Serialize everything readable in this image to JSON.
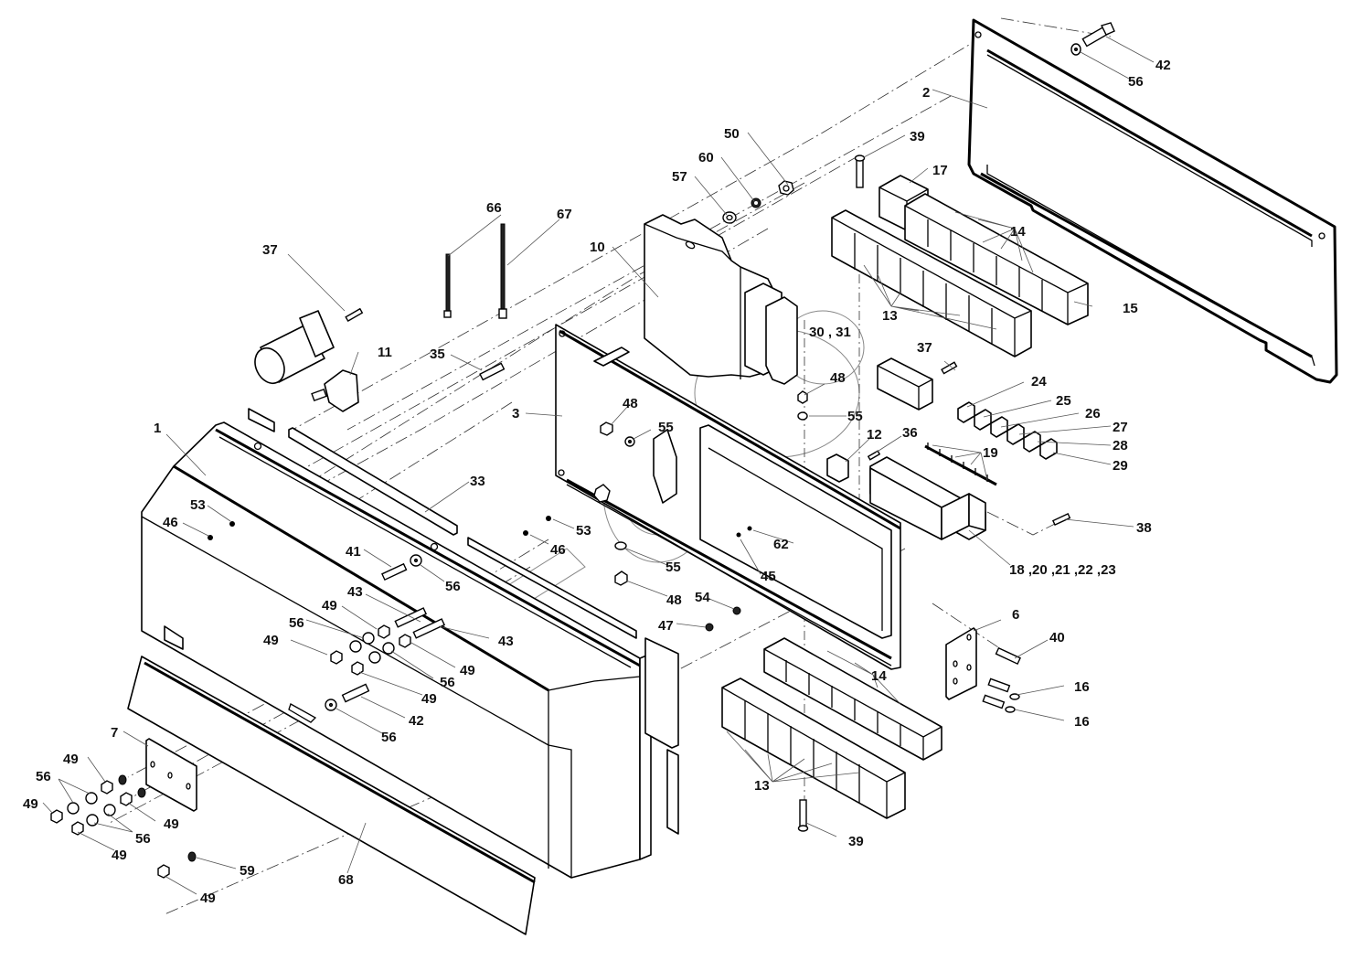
{
  "diagram": {
    "title": "",
    "type": "exploded-parts-view",
    "callouts": [
      {
        "id": "c42a",
        "label": "42"
      },
      {
        "id": "c56a",
        "label": "56"
      },
      {
        "id": "c2",
        "label": "2"
      },
      {
        "id": "c50",
        "label": "50"
      },
      {
        "id": "c39a",
        "label": "39"
      },
      {
        "id": "c60",
        "label": "60"
      },
      {
        "id": "c57",
        "label": "57"
      },
      {
        "id": "c17",
        "label": "17"
      },
      {
        "id": "c66",
        "label": "66"
      },
      {
        "id": "c67",
        "label": "67"
      },
      {
        "id": "c14a",
        "label": "14"
      },
      {
        "id": "c10",
        "label": "10"
      },
      {
        "id": "c37a",
        "label": "37"
      },
      {
        "id": "c15",
        "label": "15"
      },
      {
        "id": "c13a",
        "label": "13"
      },
      {
        "id": "c3031",
        "label": "30 , 31"
      },
      {
        "id": "c37b",
        "label": "37"
      },
      {
        "id": "c11",
        "label": "11"
      },
      {
        "id": "c35",
        "label": "35"
      },
      {
        "id": "c48a",
        "label": "48"
      },
      {
        "id": "c24",
        "label": "24"
      },
      {
        "id": "c48b",
        "label": "48"
      },
      {
        "id": "c25",
        "label": "25"
      },
      {
        "id": "c3",
        "label": "3"
      },
      {
        "id": "c55a",
        "label": "55"
      },
      {
        "id": "c26",
        "label": "26"
      },
      {
        "id": "c55b",
        "label": "55"
      },
      {
        "id": "c27",
        "label": "27"
      },
      {
        "id": "c12",
        "label": "12"
      },
      {
        "id": "c36",
        "label": "36"
      },
      {
        "id": "c28",
        "label": "28"
      },
      {
        "id": "c1",
        "label": "1"
      },
      {
        "id": "c19",
        "label": "19"
      },
      {
        "id": "c29",
        "label": "29"
      },
      {
        "id": "c33",
        "label": "33"
      },
      {
        "id": "c53a",
        "label": "53"
      },
      {
        "id": "c46a",
        "label": "46"
      },
      {
        "id": "c53b",
        "label": "53"
      },
      {
        "id": "c38",
        "label": "38"
      },
      {
        "id": "c46b",
        "label": "46"
      },
      {
        "id": "c62",
        "label": "62"
      },
      {
        "id": "c41",
        "label": "41"
      },
      {
        "id": "c56b",
        "label": "56"
      },
      {
        "id": "c55c",
        "label": "55"
      },
      {
        "id": "c182023",
        "label": "18 ,20 ,21 ,22 ,23"
      },
      {
        "id": "c45",
        "label": "45"
      },
      {
        "id": "c43a",
        "label": "43"
      },
      {
        "id": "c48c",
        "label": "48"
      },
      {
        "id": "c49a",
        "label": "49"
      },
      {
        "id": "c54",
        "label": "54"
      },
      {
        "id": "c56c",
        "label": "56"
      },
      {
        "id": "c6",
        "label": "6"
      },
      {
        "id": "c43b",
        "label": "43"
      },
      {
        "id": "c47",
        "label": "47"
      },
      {
        "id": "c49b",
        "label": "49"
      },
      {
        "id": "c40",
        "label": "40"
      },
      {
        "id": "c14b",
        "label": "14"
      },
      {
        "id": "c56d",
        "label": "56"
      },
      {
        "id": "c49c",
        "label": "49"
      },
      {
        "id": "c16a",
        "label": "16"
      },
      {
        "id": "c49d",
        "label": "49"
      },
      {
        "id": "c42b",
        "label": "42"
      },
      {
        "id": "c16b",
        "label": "16"
      },
      {
        "id": "c7",
        "label": "7"
      },
      {
        "id": "c56e",
        "label": "56"
      },
      {
        "id": "c49e",
        "label": "49"
      },
      {
        "id": "c56f",
        "label": "56"
      },
      {
        "id": "c13b",
        "label": "13"
      },
      {
        "id": "c49f",
        "label": "49"
      },
      {
        "id": "c49g",
        "label": "49"
      },
      {
        "id": "c56g",
        "label": "56"
      },
      {
        "id": "c49h",
        "label": "49"
      },
      {
        "id": "c39b",
        "label": "39"
      },
      {
        "id": "c59",
        "label": "59"
      },
      {
        "id": "c68",
        "label": "68"
      },
      {
        "id": "c49i",
        "label": "49"
      }
    ],
    "colors": {
      "line": "#000000",
      "leader": "#555555",
      "background": "#ffffff"
    }
  }
}
